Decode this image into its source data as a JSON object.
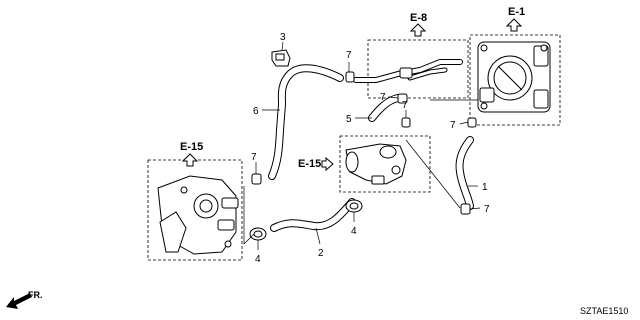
{
  "diagram": {
    "part_labels": {
      "p1": "1",
      "p2": "2",
      "p3": "3",
      "p4a": "4",
      "p4b": "4",
      "p5": "5",
      "p6": "6",
      "p7a": "7",
      "p7b": "7",
      "p7c": "7",
      "p7d": "7",
      "p7e": "7",
      "p7f": "7"
    },
    "refs": {
      "e8": "E-8",
      "e1": "E-1",
      "e15_left": "E-15",
      "e15_mid": "E-15"
    },
    "front_label": "FR.",
    "diagram_code": "SZTAE1510"
  }
}
